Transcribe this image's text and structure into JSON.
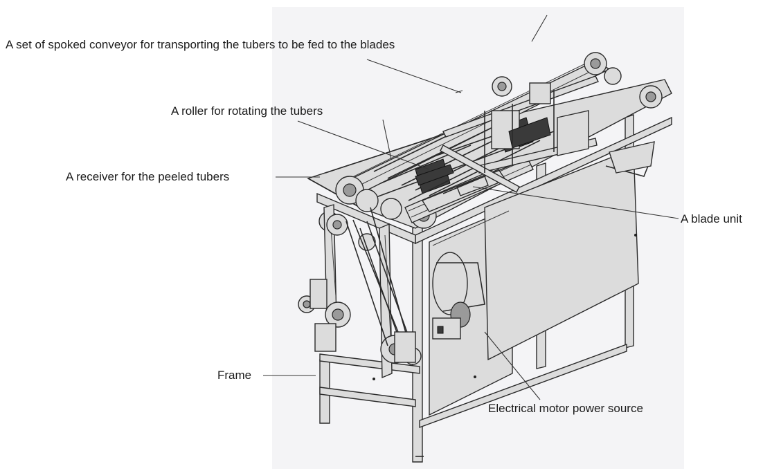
{
  "colors": {
    "background": "#ffffff",
    "panel": "#f4f4f6",
    "line": "#2a2a2a"
  },
  "labels": {
    "conveyor": "A set of spoked conveyor for transporting the tubers to be fed to the blades",
    "roller": "A roller for rotating the tubers",
    "receiver": "A receiver for the peeled tubers",
    "blade_unit": "A blade unit",
    "frame": "Frame",
    "motor": "Electrical motor power source"
  }
}
